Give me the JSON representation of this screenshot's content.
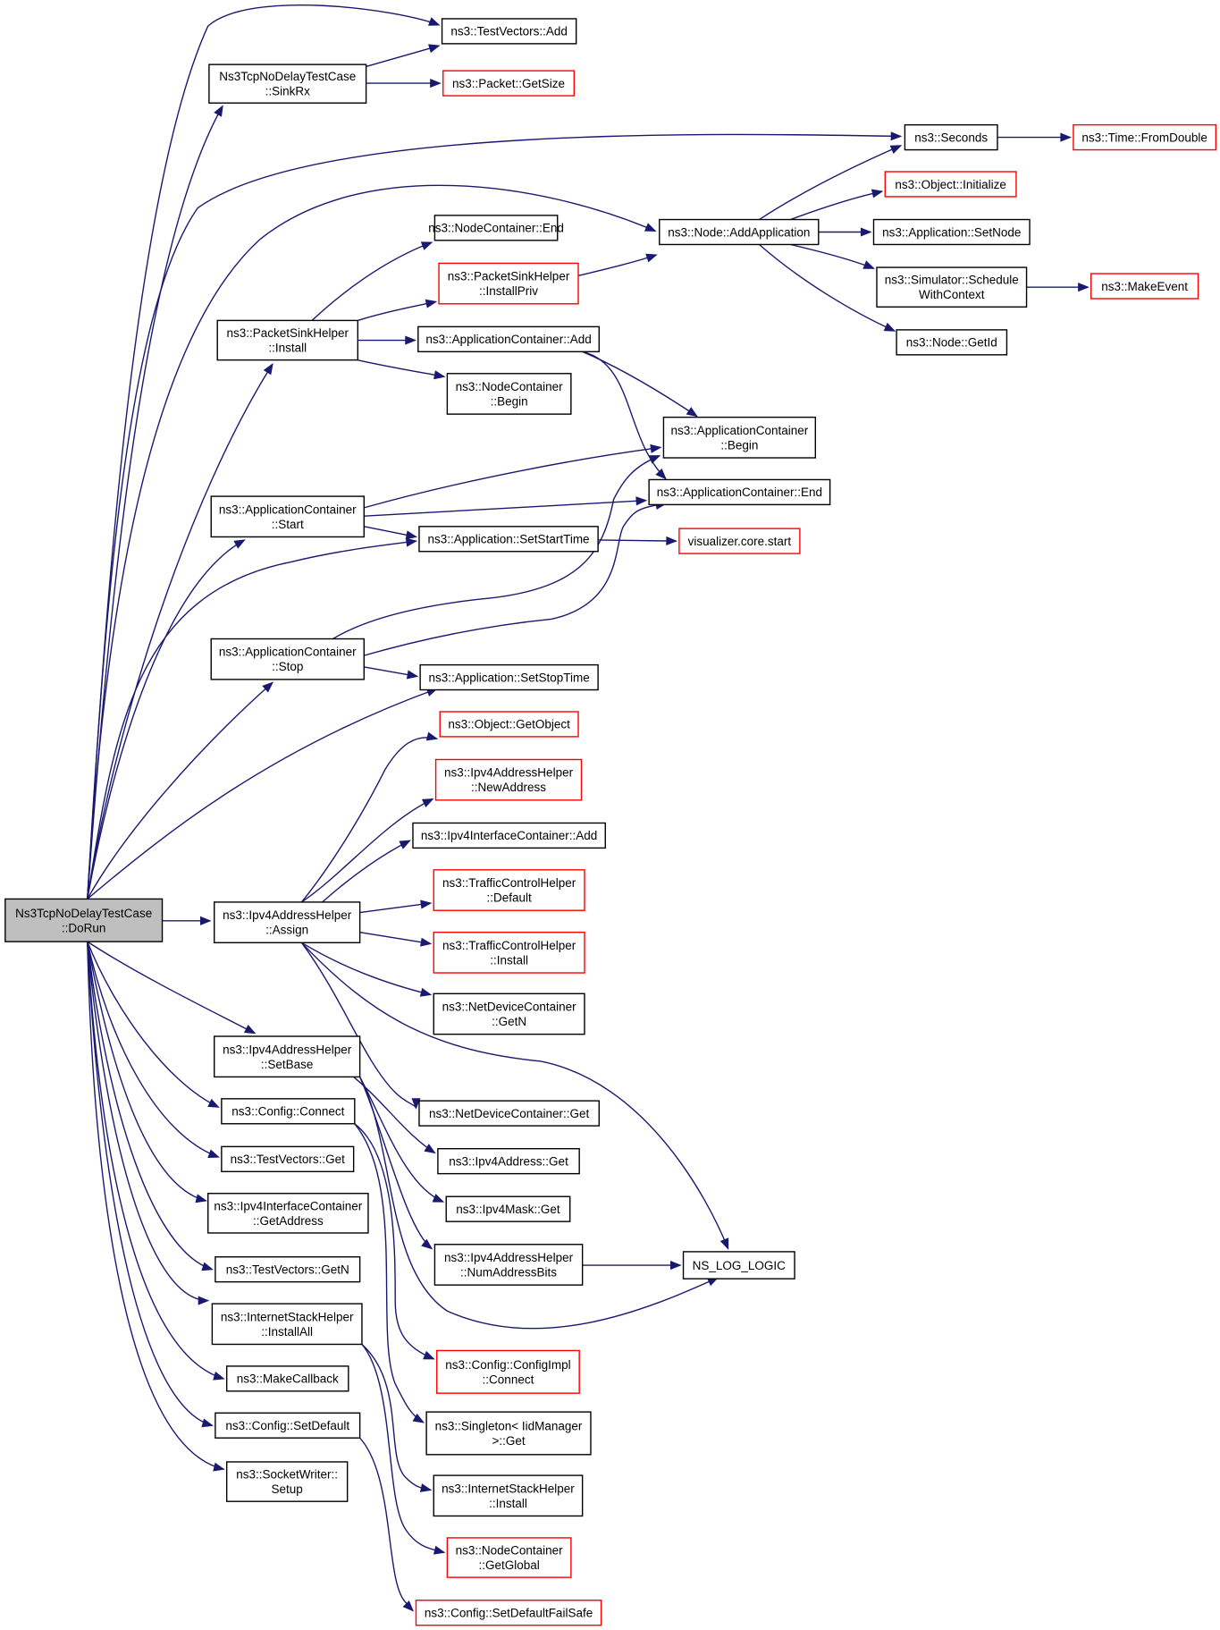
{
  "colors": {
    "edge": "#191970",
    "border_normal": "#000000",
    "border_truncated": "#ff0000",
    "fill_root": "#bfbfbf",
    "fill_default": "#ffffff"
  },
  "nodes": [
    {
      "id": "dorun",
      "lines": [
        "Ns3TcpNoDelayTestCase",
        "::DoRun"
      ],
      "style": "root"
    },
    {
      "id": "tv_add",
      "lines": [
        "ns3::TestVectors::Add"
      ],
      "style": "normal"
    },
    {
      "id": "sinkrx",
      "lines": [
        "Ns3TcpNoDelayTestCase",
        "::SinkRx"
      ],
      "style": "normal"
    },
    {
      "id": "pkt_getsize",
      "lines": [
        "ns3::Packet::GetSize"
      ],
      "style": "truncated"
    },
    {
      "id": "seconds",
      "lines": [
        "ns3::Seconds"
      ],
      "style": "normal"
    },
    {
      "id": "time_fromdouble",
      "lines": [
        "ns3::Time::FromDouble"
      ],
      "style": "truncated"
    },
    {
      "id": "obj_initialize",
      "lines": [
        "ns3::Object::Initialize"
      ],
      "style": "truncated"
    },
    {
      "id": "node_addapp",
      "lines": [
        "ns3::Node::AddApplication"
      ],
      "style": "normal"
    },
    {
      "id": "app_setnode",
      "lines": [
        "ns3::Application::SetNode"
      ],
      "style": "normal"
    },
    {
      "id": "nc_end",
      "lines": [
        "ns3::NodeContainer::End"
      ],
      "style": "normal"
    },
    {
      "id": "psh_installpriv",
      "lines": [
        "ns3::PacketSinkHelper",
        "::InstallPriv"
      ],
      "style": "truncated"
    },
    {
      "id": "sim_schedule",
      "lines": [
        "ns3::Simulator::Schedule",
        "WithContext"
      ],
      "style": "normal"
    },
    {
      "id": "makeevent",
      "lines": [
        "ns3::MakeEvent"
      ],
      "style": "truncated"
    },
    {
      "id": "psh_install",
      "lines": [
        "ns3::PacketSinkHelper",
        "::Install"
      ],
      "style": "normal"
    },
    {
      "id": "ac_add",
      "lines": [
        "ns3::ApplicationContainer::Add"
      ],
      "style": "normal"
    },
    {
      "id": "node_getid",
      "lines": [
        "ns3::Node::GetId"
      ],
      "style": "normal"
    },
    {
      "id": "nc_begin",
      "lines": [
        "ns3::NodeContainer",
        "::Begin"
      ],
      "style": "normal"
    },
    {
      "id": "ac_begin",
      "lines": [
        "ns3::ApplicationContainer",
        "::Begin"
      ],
      "style": "normal"
    },
    {
      "id": "ac_end",
      "lines": [
        "ns3::ApplicationContainer::End"
      ],
      "style": "normal"
    },
    {
      "id": "ac_start",
      "lines": [
        "ns3::ApplicationContainer",
        "::Start"
      ],
      "style": "normal"
    },
    {
      "id": "app_setstart",
      "lines": [
        "ns3::Application::SetStartTime"
      ],
      "style": "normal"
    },
    {
      "id": "viz_start",
      "lines": [
        "visualizer.core.start"
      ],
      "style": "truncated"
    },
    {
      "id": "ac_stop",
      "lines": [
        "ns3::ApplicationContainer",
        "::Stop"
      ],
      "style": "normal"
    },
    {
      "id": "app_setstop",
      "lines": [
        "ns3::Application::SetStopTime"
      ],
      "style": "normal"
    },
    {
      "id": "obj_getobject",
      "lines": [
        "ns3::Object::GetObject"
      ],
      "style": "truncated"
    },
    {
      "id": "iah_newaddress",
      "lines": [
        "ns3::Ipv4AddressHelper",
        "::NewAddress"
      ],
      "style": "truncated"
    },
    {
      "id": "iic_add",
      "lines": [
        "ns3::Ipv4InterfaceContainer::Add"
      ],
      "style": "normal"
    },
    {
      "id": "tch_default",
      "lines": [
        "ns3::TrafficControlHelper",
        "::Default"
      ],
      "style": "truncated"
    },
    {
      "id": "iah_assign",
      "lines": [
        "ns3::Ipv4AddressHelper",
        "::Assign"
      ],
      "style": "normal"
    },
    {
      "id": "tch_install",
      "lines": [
        "ns3::TrafficControlHelper",
        "::Install"
      ],
      "style": "truncated"
    },
    {
      "id": "ndc_getn",
      "lines": [
        "ns3::NetDeviceContainer",
        "::GetN"
      ],
      "style": "normal"
    },
    {
      "id": "iah_setbase",
      "lines": [
        "ns3::Ipv4AddressHelper",
        "::SetBase"
      ],
      "style": "normal"
    },
    {
      "id": "cfg_connect",
      "lines": [
        "ns3::Config::Connect"
      ],
      "style": "normal"
    },
    {
      "id": "ndc_get",
      "lines": [
        "ns3::NetDeviceContainer::Get"
      ],
      "style": "normal"
    },
    {
      "id": "tv_get",
      "lines": [
        "ns3::TestVectors::Get"
      ],
      "style": "normal"
    },
    {
      "id": "ipv4addr_get",
      "lines": [
        "ns3::Ipv4Address::Get"
      ],
      "style": "normal"
    },
    {
      "id": "iic_getaddress",
      "lines": [
        "ns3::Ipv4InterfaceContainer",
        "::GetAddress"
      ],
      "style": "normal"
    },
    {
      "id": "ipv4mask_get",
      "lines": [
        "ns3::Ipv4Mask::Get"
      ],
      "style": "normal"
    },
    {
      "id": "tv_getn",
      "lines": [
        "ns3::TestVectors::GetN"
      ],
      "style": "normal"
    },
    {
      "id": "iah_numbits",
      "lines": [
        "ns3::Ipv4AddressHelper",
        "::NumAddressBits"
      ],
      "style": "normal"
    },
    {
      "id": "ns_log_logic",
      "lines": [
        "NS_LOG_LOGIC"
      ],
      "style": "normal"
    },
    {
      "id": "ish_installall",
      "lines": [
        "ns3::InternetStackHelper",
        "::InstallAll"
      ],
      "style": "normal"
    },
    {
      "id": "cfgimpl_connect",
      "lines": [
        "ns3::Config::ConfigImpl",
        "::Connect"
      ],
      "style": "truncated"
    },
    {
      "id": "makecallback",
      "lines": [
        "ns3::MakeCallback"
      ],
      "style": "normal"
    },
    {
      "id": "cfg_setdefault",
      "lines": [
        "ns3::Config::SetDefault"
      ],
      "style": "normal"
    },
    {
      "id": "singleton_get",
      "lines": [
        "ns3::Singleton< IidManager",
        " >::Get"
      ],
      "style": "normal"
    },
    {
      "id": "socketwriter_setup",
      "lines": [
        "ns3::SocketWriter::",
        "Setup"
      ],
      "style": "normal"
    },
    {
      "id": "ish_install",
      "lines": [
        "ns3::InternetStackHelper",
        "::Install"
      ],
      "style": "normal"
    },
    {
      "id": "nc_getglobal",
      "lines": [
        "ns3::NodeContainer",
        "::GetGlobal"
      ],
      "style": "truncated"
    },
    {
      "id": "cfg_setdefaultfailsafe",
      "lines": [
        "ns3::Config::SetDefaultFailSafe"
      ],
      "style": "truncated"
    }
  ],
  "edges": [
    [
      "dorun",
      "tv_add"
    ],
    [
      "dorun",
      "sinkrx"
    ],
    [
      "dorun",
      "seconds"
    ],
    [
      "dorun",
      "node_addapp"
    ],
    [
      "dorun",
      "psh_install"
    ],
    [
      "dorun",
      "ac_start"
    ],
    [
      "dorun",
      "app_setstart"
    ],
    [
      "dorun",
      "ac_stop"
    ],
    [
      "dorun",
      "app_setstop"
    ],
    [
      "dorun",
      "iah_assign"
    ],
    [
      "dorun",
      "iah_setbase"
    ],
    [
      "dorun",
      "cfg_connect"
    ],
    [
      "dorun",
      "tv_get"
    ],
    [
      "dorun",
      "iic_getaddress"
    ],
    [
      "dorun",
      "tv_getn"
    ],
    [
      "dorun",
      "ish_installall"
    ],
    [
      "dorun",
      "makecallback"
    ],
    [
      "dorun",
      "cfg_setdefault"
    ],
    [
      "dorun",
      "socketwriter_setup"
    ],
    [
      "sinkrx",
      "tv_add"
    ],
    [
      "sinkrx",
      "pkt_getsize"
    ],
    [
      "seconds",
      "time_fromdouble"
    ],
    [
      "node_addapp",
      "seconds"
    ],
    [
      "node_addapp",
      "obj_initialize"
    ],
    [
      "node_addapp",
      "app_setnode"
    ],
    [
      "node_addapp",
      "sim_schedule"
    ],
    [
      "node_addapp",
      "node_getid"
    ],
    [
      "sim_schedule",
      "makeevent"
    ],
    [
      "psh_install",
      "nc_end"
    ],
    [
      "psh_install",
      "psh_installpriv"
    ],
    [
      "psh_install",
      "ac_add"
    ],
    [
      "psh_install",
      "nc_begin"
    ],
    [
      "psh_installpriv",
      "node_addapp"
    ],
    [
      "ac_add",
      "ac_begin"
    ],
    [
      "ac_add",
      "ac_end"
    ],
    [
      "ac_start",
      "ac_begin"
    ],
    [
      "ac_start",
      "ac_end"
    ],
    [
      "ac_start",
      "app_setstart"
    ],
    [
      "app_setstart",
      "viz_start"
    ],
    [
      "ac_stop",
      "ac_begin"
    ],
    [
      "ac_stop",
      "ac_end"
    ],
    [
      "ac_stop",
      "app_setstop"
    ],
    [
      "iah_assign",
      "obj_getobject"
    ],
    [
      "iah_assign",
      "iah_newaddress"
    ],
    [
      "iah_assign",
      "iic_add"
    ],
    [
      "iah_assign",
      "tch_default"
    ],
    [
      "iah_assign",
      "tch_install"
    ],
    [
      "iah_assign",
      "ndc_getn"
    ],
    [
      "iah_assign",
      "ndc_get"
    ],
    [
      "iah_assign",
      "ns_log_logic"
    ],
    [
      "iah_setbase",
      "ipv4addr_get"
    ],
    [
      "iah_setbase",
      "ipv4mask_get"
    ],
    [
      "iah_setbase",
      "iah_numbits"
    ],
    [
      "iah_setbase",
      "ns_log_logic"
    ],
    [
      "iah_numbits",
      "ns_log_logic"
    ],
    [
      "cfg_connect",
      "cfgimpl_connect"
    ],
    [
      "cfg_connect",
      "singleton_get"
    ],
    [
      "ish_installall",
      "ish_install"
    ],
    [
      "ish_installall",
      "nc_getglobal"
    ],
    [
      "cfg_setdefault",
      "cfg_setdefaultfailsafe"
    ]
  ]
}
